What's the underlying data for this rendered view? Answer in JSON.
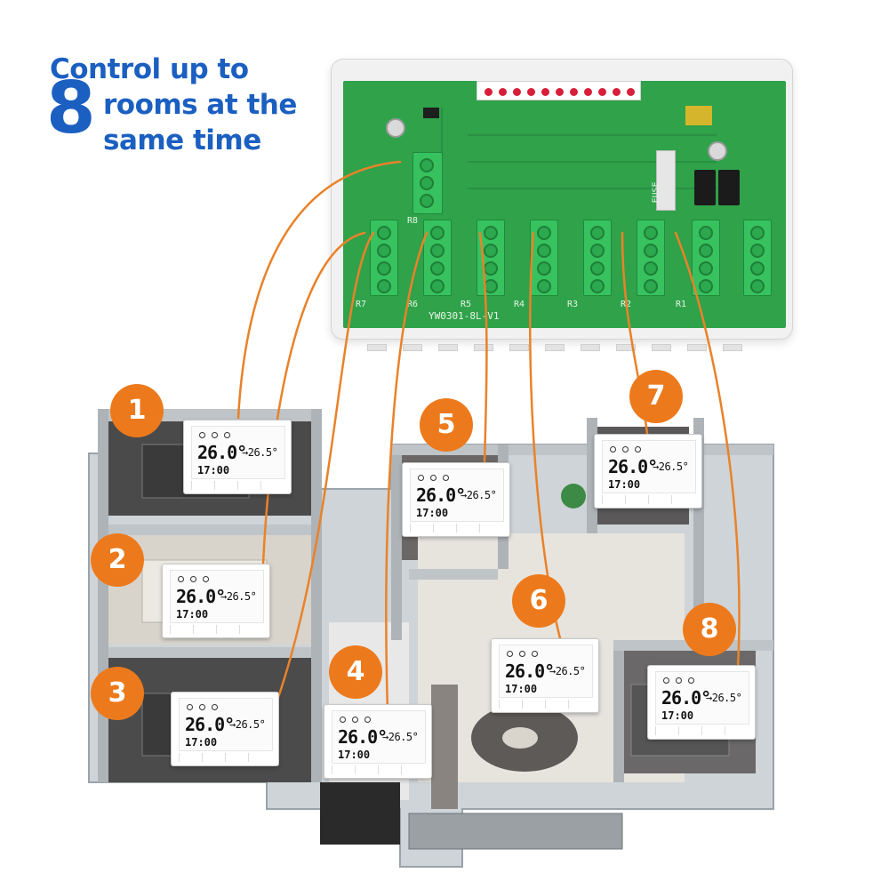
{
  "headline": {
    "line1": "Control up to",
    "number": "8",
    "line2": "rooms at the",
    "line3": "same time"
  },
  "controller": {
    "model": "YW0301-8L-V1",
    "fuse_label": "FUSE",
    "relay_labels": [
      "R8",
      "R7",
      "R6",
      "R5",
      "R4",
      "R3",
      "R2",
      "R1"
    ]
  },
  "thermostat_display": {
    "current_temp": "26.0",
    "unit": "°C",
    "set_temp": "26.5",
    "time": "17:00"
  },
  "rooms": [
    {
      "badge": "1"
    },
    {
      "badge": "2"
    },
    {
      "badge": "3"
    },
    {
      "badge": "4"
    },
    {
      "badge": "5"
    },
    {
      "badge": "6"
    },
    {
      "badge": "7"
    },
    {
      "badge": "8"
    }
  ],
  "colors": {
    "headline_blue": "#1b5fc1",
    "badge_orange": "#ec7a1c",
    "wire_orange": "#e9822a",
    "pcb_green": "#2fa24a",
    "terminal_green": "#37c25f",
    "led_red": "#d81f3a"
  }
}
